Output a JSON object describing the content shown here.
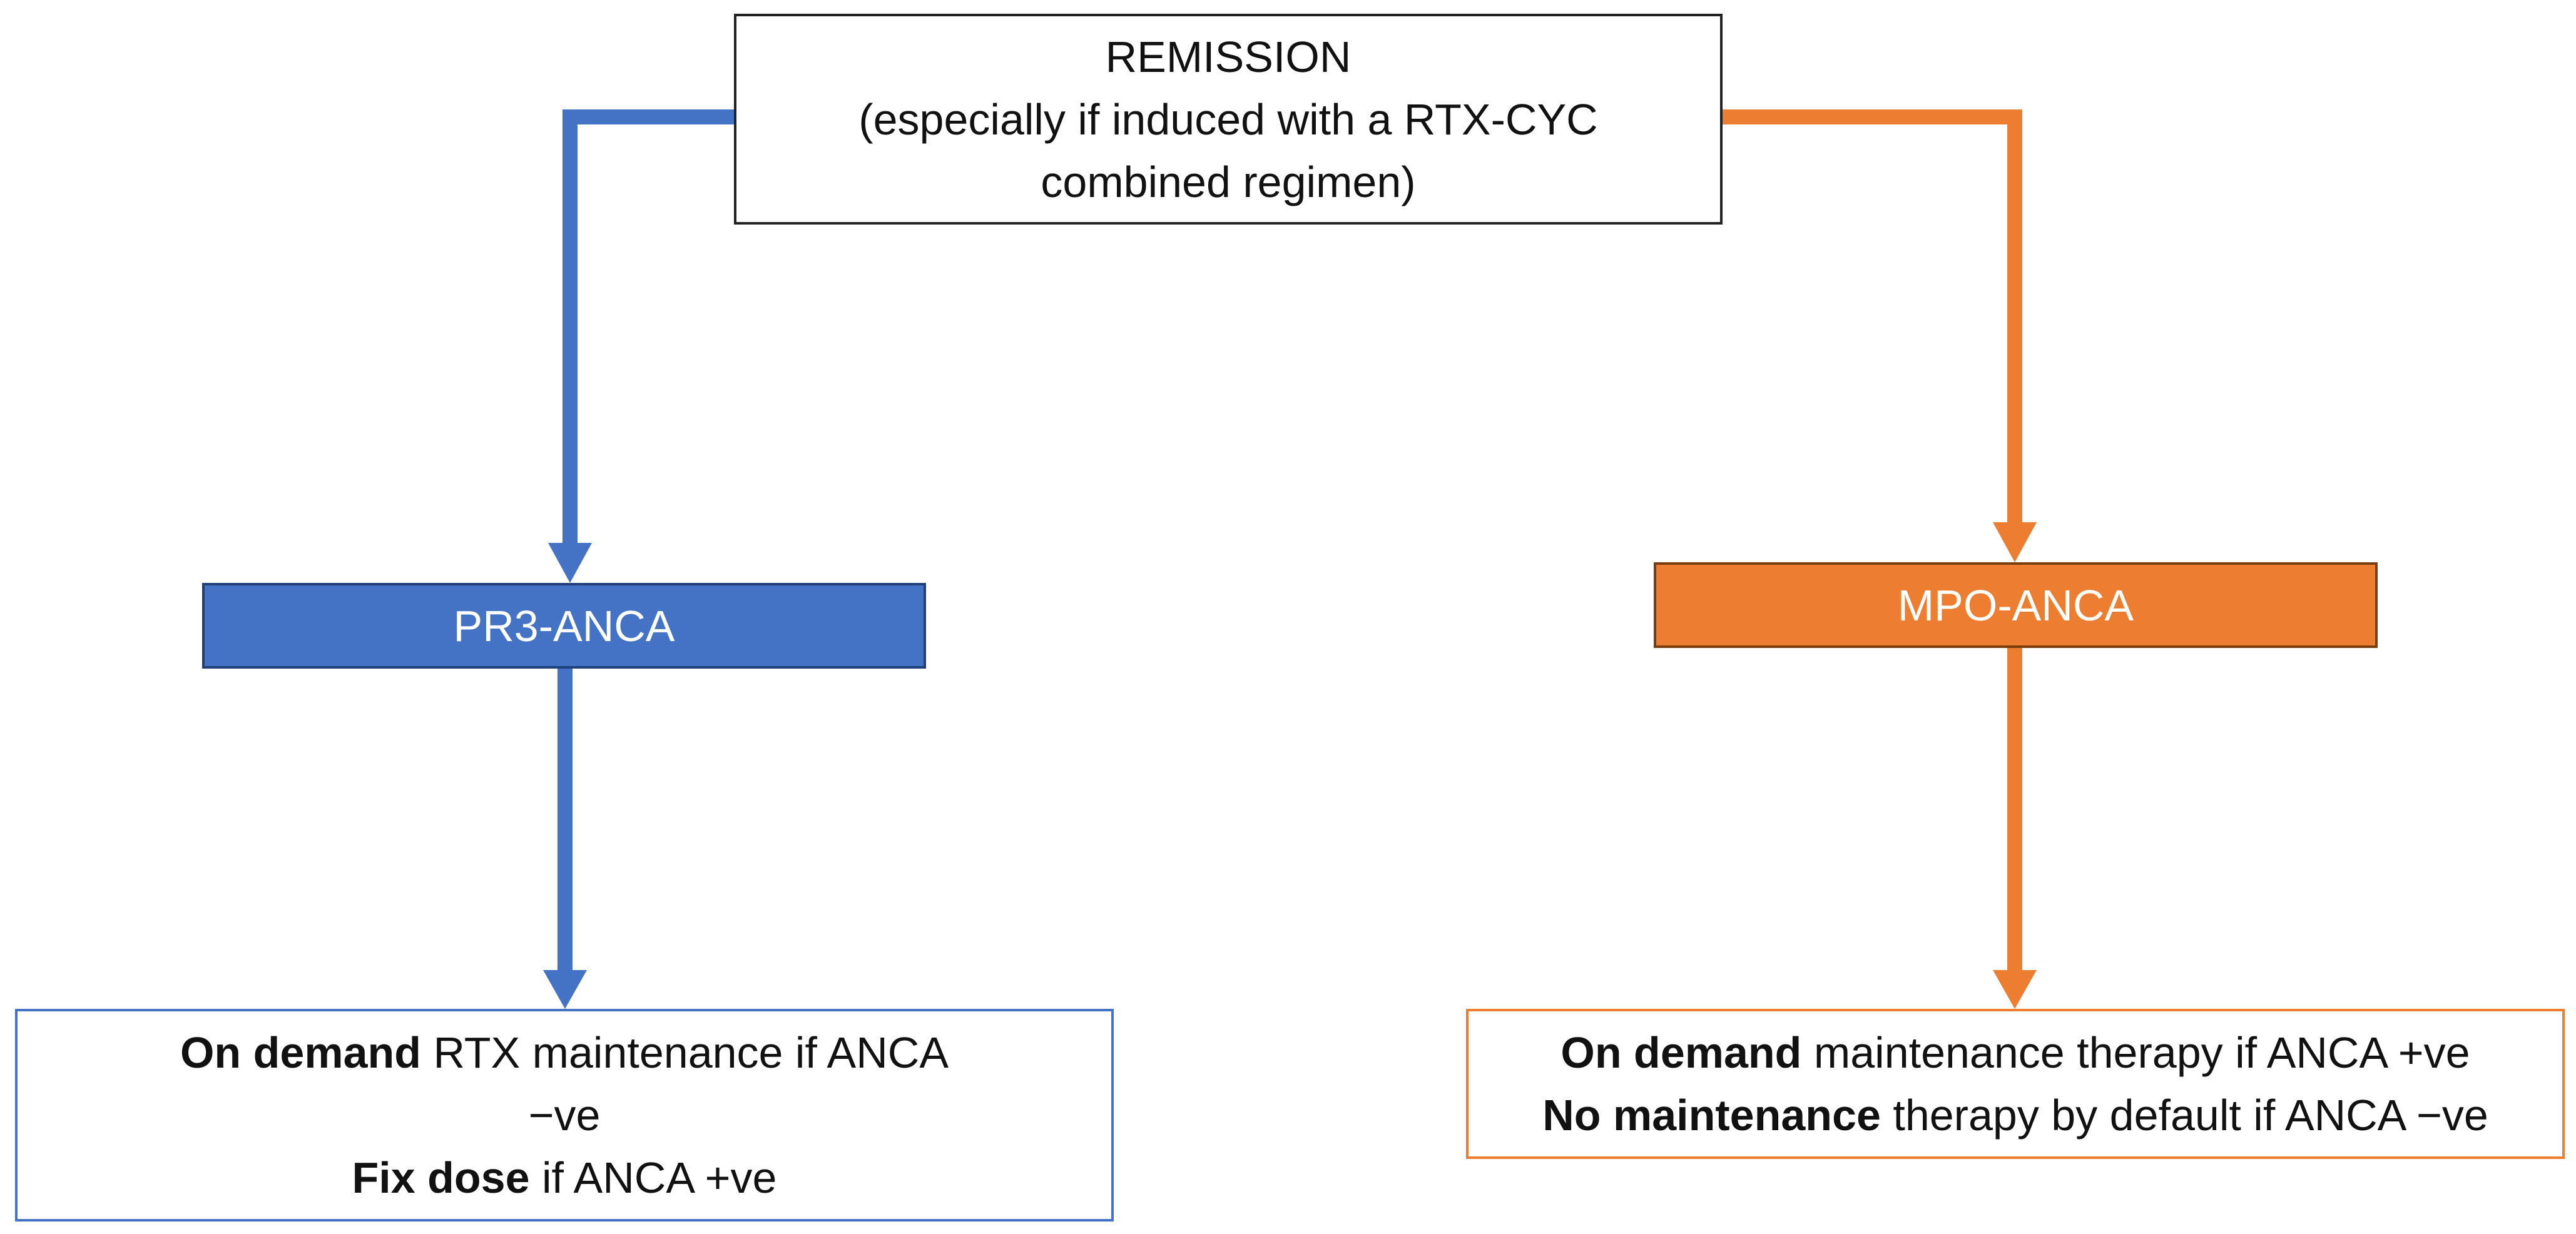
{
  "root": {
    "title": "REMISSION",
    "subtitle": "(especially if induced with a RTX-CYC combined regimen)"
  },
  "branches": {
    "left": {
      "label": "PR3-ANCA",
      "color": "#4472c4",
      "outcome": {
        "line1_bold": "On demand",
        "line1_rest": " RTX maintenance if ANCA −ve",
        "line2_bold": "Fix dose",
        "line2_rest": " if ANCA +ve"
      }
    },
    "right": {
      "label": "MPO-ANCA",
      "color": "#ed7d31",
      "outcome": {
        "line1_bold": "On demand",
        "line1_rest": " maintenance therapy if ANCA +ve",
        "line2_bold": "No maintenance",
        "line2_rest": " therapy by default if ANCA −ve"
      }
    }
  }
}
